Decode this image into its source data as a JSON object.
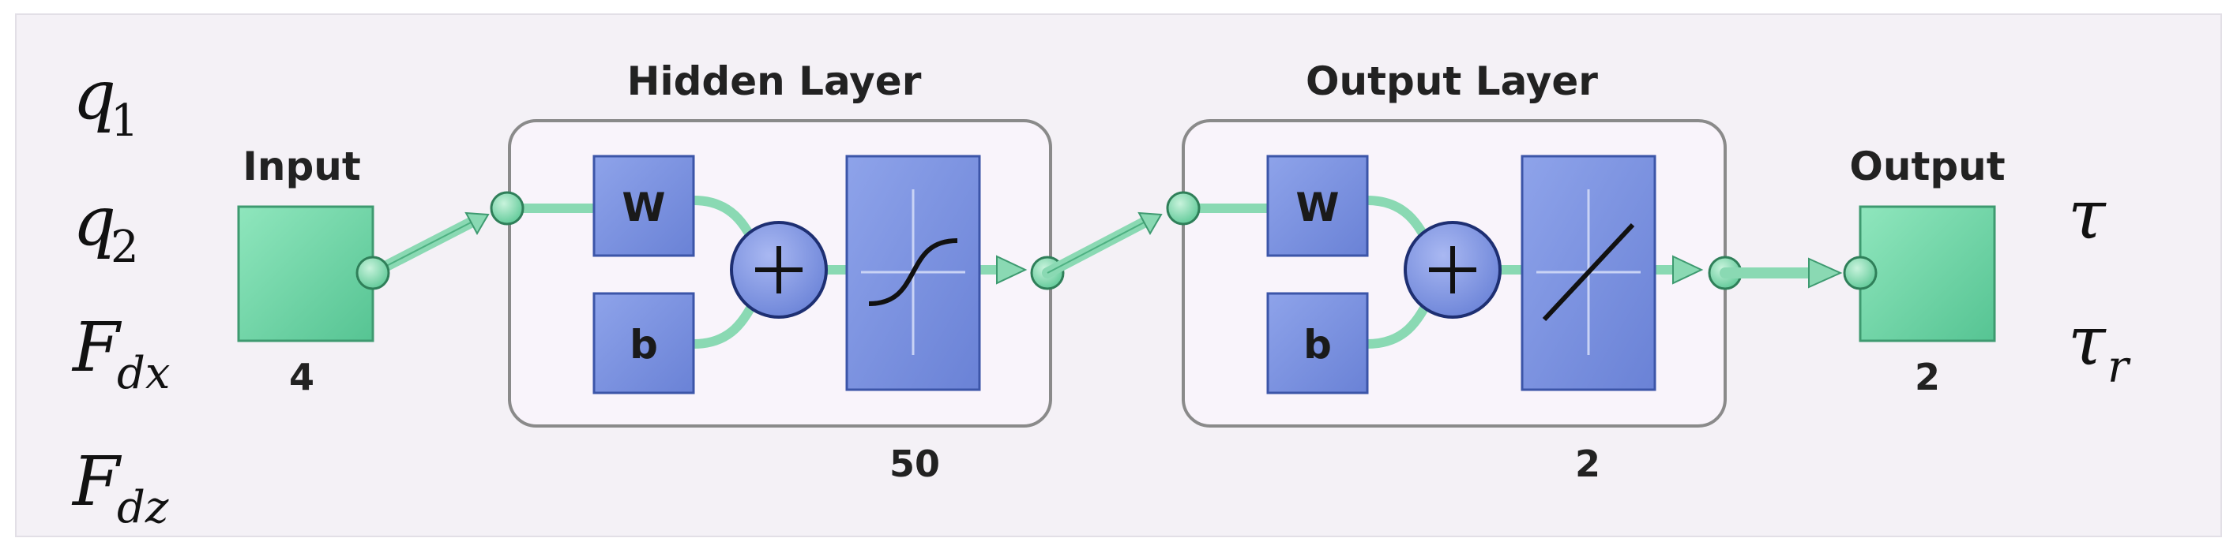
{
  "inputs": [
    {
      "main": "q",
      "sub": "1"
    },
    {
      "main": "q",
      "sub": "2"
    },
    {
      "main": "F",
      "sub": "dx"
    },
    {
      "main": "F",
      "sub": "dz"
    }
  ],
  "outputs": [
    {
      "main": "τ",
      "sub": ""
    },
    {
      "main": "τ",
      "sub": "r"
    }
  ],
  "network": {
    "input": {
      "label": "Input",
      "size": "4"
    },
    "hidden": {
      "label": "Hidden Layer",
      "size": "50",
      "weight": "W",
      "bias": "b",
      "transfer": "tansig-icon"
    },
    "output_layer": {
      "label": "Output Layer",
      "size": "2",
      "weight": "W",
      "bias": "b",
      "transfer": "purelin-icon"
    },
    "output": {
      "label": "Output",
      "size": "2"
    }
  },
  "colors": {
    "background": "#f4f1f6",
    "layer_box": "#f9f4fb",
    "layer_border": "#8a8a8a",
    "io_green": "#6fd6a6",
    "block_blue": "#7c93df",
    "connector": "#8ad9b3"
  }
}
